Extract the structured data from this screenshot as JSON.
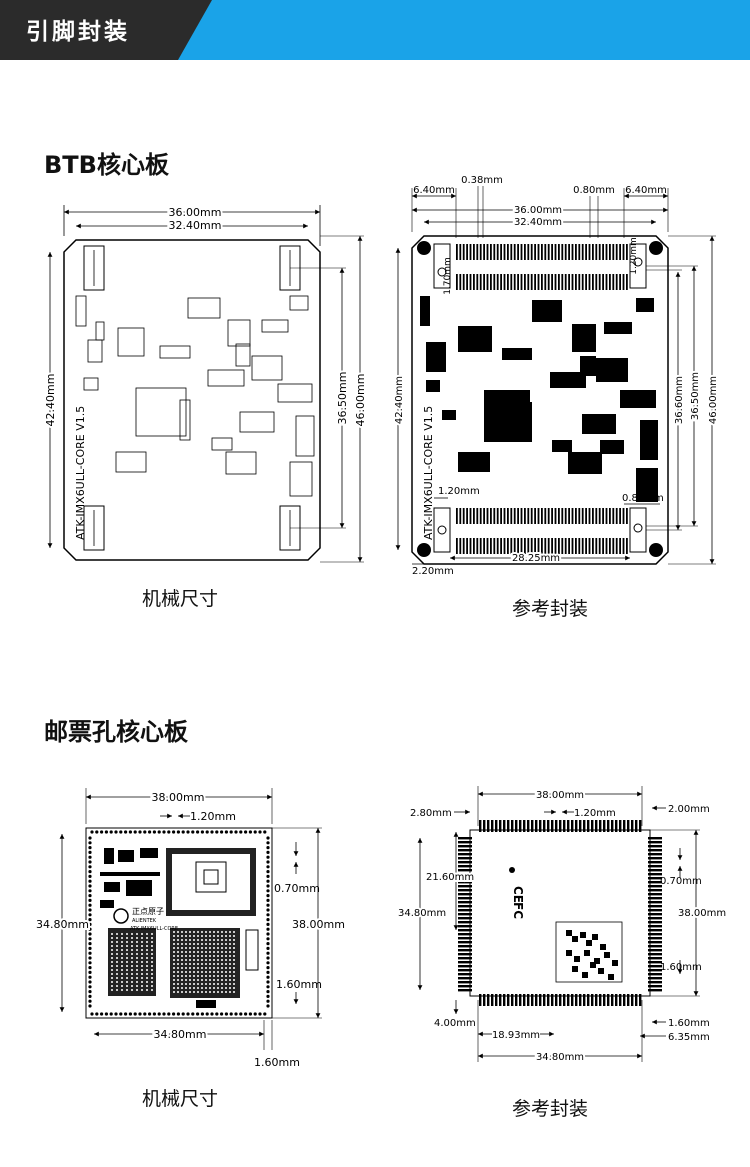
{
  "banner": {
    "title": "引脚封装",
    "color_dark": "#2b2b2b",
    "color_accent": "#1aa3e8"
  },
  "sections": [
    {
      "title": "BTB核心板",
      "left_caption": "机械尺寸",
      "right_caption": "参考封装"
    },
    {
      "title": "邮票孔核心板",
      "left_caption": "机械尺寸",
      "right_caption": "参考封装"
    }
  ],
  "btb_mech": {
    "dim_width": "36.00mm",
    "dim_inner": "32.40mm",
    "dim_height_left": "42.40mm",
    "dim_height_inner": "36.50mm",
    "dim_height_outer": "46.00mm",
    "board_label": "ATK-IMX6ULL-CORE V1.5"
  },
  "btb_ref": {
    "dim_top_left": "6.40mm",
    "dim_pitch": "0.38mm",
    "dim_pad": "0.80mm",
    "dim_top_right": "6.40mm",
    "dim_width": "36.00mm",
    "dim_inner": "32.40mm",
    "dim_small_left": "1.70mm",
    "dim_small_right": "1.20mm",
    "dim_height_left": "42.40mm",
    "dim_h1": "36.60mm",
    "dim_h2": "36.50mm",
    "dim_h3": "46.00mm",
    "dim_b1": "1.20mm",
    "dim_b2": "0.84mm",
    "dim_connector": "28.25mm",
    "dim_corner": "2.20mm",
    "board_label": "ATK-IMX6ULL-CORE V1.5"
  },
  "stamp_mech": {
    "dim_width": "38.00mm",
    "dim_pitch": "1.20mm",
    "dim_pad": "0.70mm",
    "dim_height_left": "34.80mm",
    "dim_height_right": "38.00mm",
    "dim_pad2": "1.60mm",
    "dim_bottom": "34.80mm",
    "dim_bottom2": "1.60mm",
    "logo_text": "正点原子",
    "logo_sub": "ALIENTEK",
    "model_text": "ATK-IMX6ULL-CORE"
  },
  "stamp_ref": {
    "dim_width": "38.00mm",
    "dim_top_left": "2.80mm",
    "dim_pitch": "1.20mm",
    "dim_top_right": "2.00mm",
    "dim_h_left_top": "21.60mm",
    "dim_pad": "0.70mm",
    "dim_height_left": "34.80mm",
    "dim_height_right": "38.00mm",
    "dim_pad2": "1.60mm",
    "dim_bottom_left": "4.00mm",
    "dim_bottom_mid": "18.93mm",
    "dim_bottom_r1": "1.60mm",
    "dim_bottom_r2": "6.35mm",
    "dim_bottom": "34.80mm",
    "mark_ce": "CE",
    "mark_fc": "FC"
  }
}
